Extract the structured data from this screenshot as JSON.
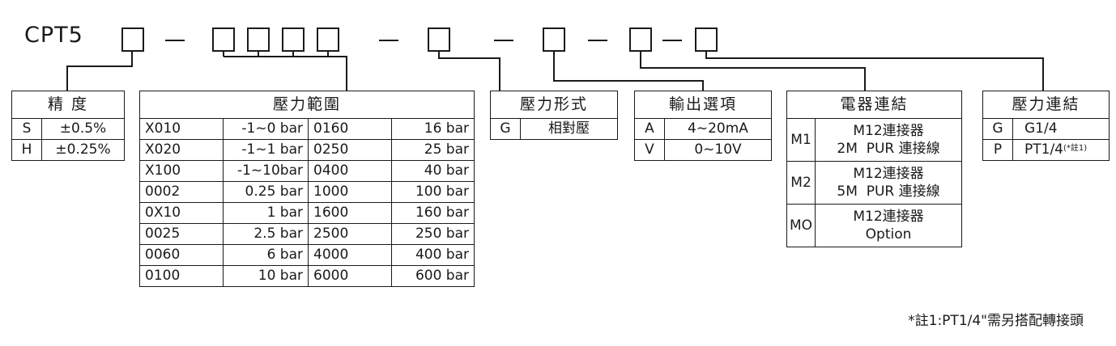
{
  "model": "CPT5",
  "accuracy": {
    "title": "精 度",
    "rows": [
      {
        "code": "S",
        "value": "±0.5%"
      },
      {
        "code": "H",
        "value": "±0.25%"
      }
    ]
  },
  "pressure_range": {
    "title": "壓力範圍",
    "rows": [
      {
        "c1": "X010",
        "v1": "-1~0 bar",
        "c2": "0160",
        "v2": "16 bar"
      },
      {
        "c1": "X020",
        "v1": "-1~1 bar",
        "c2": "0250",
        "v2": "25 bar"
      },
      {
        "c1": "X100",
        "v1": "-1~10bar",
        "c2": "0400",
        "v2": "40 bar"
      },
      {
        "c1": "0002",
        "v1": "0.25 bar",
        "c2": "1000",
        "v2": "100 bar"
      },
      {
        "c1": "0X10",
        "v1": "1 bar",
        "c2": "1600",
        "v2": "160 bar"
      },
      {
        "c1": "0025",
        "v1": "2.5 bar",
        "c2": "2500",
        "v2": "250 bar"
      },
      {
        "c1": "0060",
        "v1": "6 bar",
        "c2": "4000",
        "v2": "400 bar"
      },
      {
        "c1": "0100",
        "v1": "10 bar",
        "c2": "6000",
        "v2": "600 bar"
      }
    ]
  },
  "pressure_type": {
    "title": "壓力形式",
    "rows": [
      {
        "code": "G",
        "value": "相對壓"
      }
    ]
  },
  "output": {
    "title": "輸出選項",
    "rows": [
      {
        "code": "A",
        "value": "4~20mA"
      },
      {
        "code": "V",
        "value": "0~10V"
      }
    ]
  },
  "electrical": {
    "title": "電器連結",
    "rows": [
      {
        "code": "M1",
        "line1": "M12連接器",
        "line2": "2M  PUR 連接線"
      },
      {
        "code": "M2",
        "line1": "M12連接器",
        "line2": "5M  PUR 連接線"
      },
      {
        "code": "MO",
        "line1": "M12連接器",
        "line2": "Option"
      }
    ]
  },
  "pressure_connection": {
    "title": "壓力連結",
    "rows": [
      {
        "code": "G",
        "value": "G1/4",
        "note": ""
      },
      {
        "code": "P",
        "value": "PT1/4",
        "note": "(*註1)"
      }
    ]
  },
  "footnote": "*註1:PT1/4\"需另搭配轉接頭"
}
